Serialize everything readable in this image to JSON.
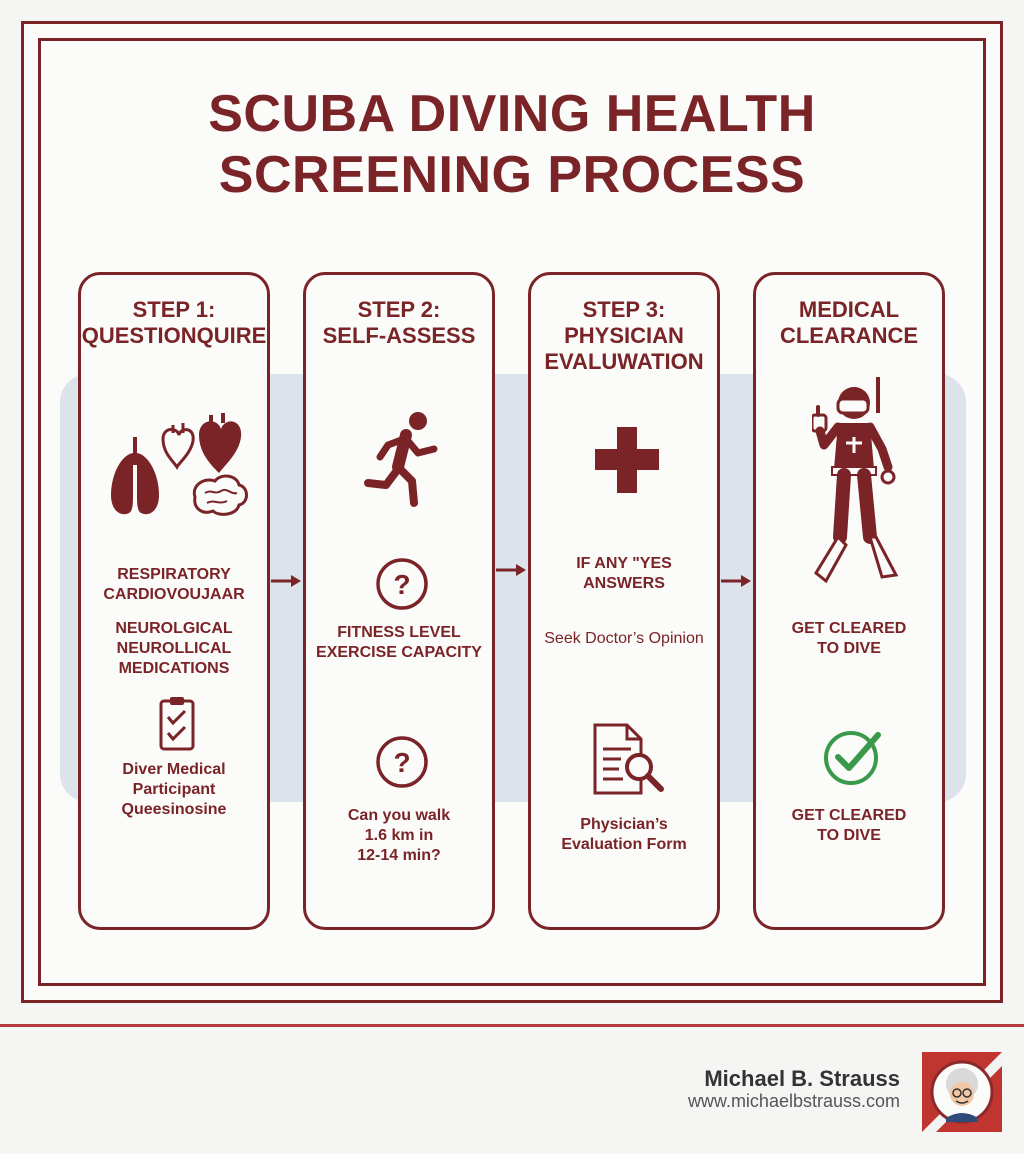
{
  "title": "SCUBA DIVING HEALTH SCREENING PROCESS",
  "cards": [
    {
      "title_lines": [
        "STEP 1:",
        "QUESTIONQUIRE"
      ],
      "conditions": [
        "RESPIRATORY",
        "CARDIOVOUJAAR",
        "NEUROLGICAL",
        "NEUROLLICAL",
        "MEDICATIONS"
      ],
      "form_lines": [
        "Diver Medical",
        "Participant",
        "Queesinosine"
      ]
    },
    {
      "title_lines": [
        "STEP 2:",
        "SELF-ASSESS"
      ],
      "fitness_lines": [
        "FITNESS LEVEL",
        "EXERCISE CAPACITY"
      ],
      "walk_lines": [
        "Can you walk",
        "1.6 km in",
        "12-14 min?"
      ]
    },
    {
      "title_lines": [
        "STEP 3:",
        "PHYSICIAN",
        "EVALUWATION"
      ],
      "if_lines": [
        "IF ANY \"YES",
        "ANSWERS"
      ],
      "seek": "Seek Doctor’s Opinion",
      "form_lines": [
        "Physician’s",
        "Evaluation Form"
      ]
    },
    {
      "title_lines": [
        "MEDICAL",
        "CLEARANCE"
      ],
      "cleared_lines": [
        "GET CLEARED",
        "TO DIVE"
      ],
      "cleared2_lines": [
        "GET CLEARED",
        "TO DIVE"
      ]
    }
  ],
  "footer": {
    "name": "Michael B. Strauss",
    "url": "www.michaelbstrauss.com"
  },
  "colors": {
    "primary": "#7a2428",
    "band": "#dde3ea",
    "check": "#3a9a4a"
  }
}
